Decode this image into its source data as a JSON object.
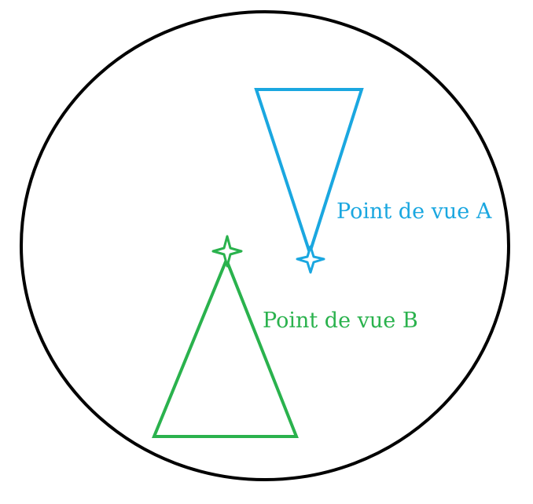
{
  "diagram": {
    "colors": {
      "circle": "#000000",
      "view_a": "#1aa7e0",
      "view_b": "#2ab24d",
      "background": "#ffffff"
    },
    "shapes": {
      "boundary": "circle",
      "viewpoint_marker": "four-point-star",
      "view_cone": "triangle"
    },
    "views": [
      {
        "id": "A",
        "label": "Point de vue A",
        "cone_direction": "up"
      },
      {
        "id": "B",
        "label": "Point de vue B",
        "cone_direction": "down"
      }
    ]
  }
}
